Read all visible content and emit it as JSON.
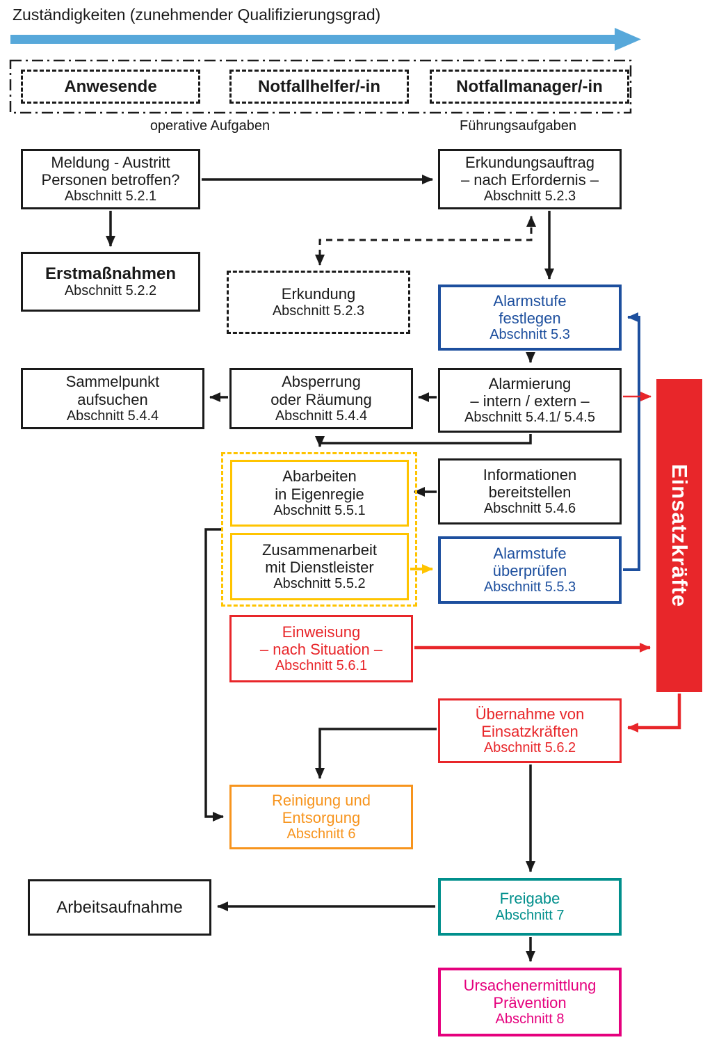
{
  "title": "Zuständigkeiten (zunehmender Qualifizierungsgrad)",
  "header": {
    "roles": [
      "Anwesende",
      "Notfallhelfer/-in",
      "Notfallmanager/-in"
    ],
    "caption_left": "operative Aufgaben",
    "caption_right": "Führungsaufgaben"
  },
  "nodes": {
    "meldung": {
      "lines": [
        "Meldung - Austritt",
        "Personen betroffen?"
      ],
      "section": "Abschnitt 5.2.1"
    },
    "erkundungsauftrag": {
      "lines": [
        "Erkundungsauftrag",
        "– nach Erfordernis –"
      ],
      "section": "Abschnitt 5.2.3"
    },
    "erstmassnahmen": {
      "lines": [
        "Erstmaßnahmen"
      ],
      "section": "Abschnitt 5.2.2"
    },
    "erkundung": {
      "lines": [
        "Erkundung"
      ],
      "section": "Abschnitt 5.2.3"
    },
    "alarmstufe_festlegen": {
      "lines": [
        "Alarmstufe",
        "festlegen"
      ],
      "section": "Abschnitt 5.3"
    },
    "sammelpunkt": {
      "lines": [
        "Sammelpunkt",
        "aufsuchen"
      ],
      "section": "Abschnitt 5.4.4"
    },
    "absperrung": {
      "lines": [
        "Absperrung",
        "oder Räumung"
      ],
      "section": "Abschnitt 5.4.4"
    },
    "alarmierung": {
      "lines": [
        "Alarmierung",
        "– intern / extern –"
      ],
      "section": "Abschnitt 5.4.1/ 5.4.5"
    },
    "abarbeiten": {
      "lines": [
        "Abarbeiten",
        "in Eigenregie"
      ],
      "section": "Abschnitt 5.5.1"
    },
    "zusammenarbeit": {
      "lines": [
        "Zusammenarbeit",
        "mit Dienstleister"
      ],
      "section": "Abschnitt 5.5.2"
    },
    "informationen": {
      "lines": [
        "Informationen",
        "bereitstellen"
      ],
      "section": "Abschnitt 5.4.6"
    },
    "alarmstufe_ueberpruefen": {
      "lines": [
        "Alarmstufe",
        "überprüfen"
      ],
      "section": "Abschnitt 5.5.3"
    },
    "einweisung": {
      "lines": [
        "Einweisung",
        "– nach Situation –"
      ],
      "section": "Abschnitt 5.6.1"
    },
    "einsatzkraefte": {
      "label": "Einsatzkräfte"
    },
    "uebernahme": {
      "lines": [
        "Übernahme von",
        "Einsatzkräften"
      ],
      "section": "Abschnitt 5.6.2"
    },
    "reinigung": {
      "lines": [
        "Reinigung und",
        "Entsorgung"
      ],
      "section": "Abschnitt 6"
    },
    "arbeitsaufnahme": {
      "lines": [
        "Arbeitsaufnahme"
      ]
    },
    "freigabe": {
      "lines": [
        "Freigabe"
      ],
      "section": "Abschnitt 7"
    },
    "ursachen": {
      "lines": [
        "Ursachenermittlung",
        "Prävention"
      ],
      "section": "Abschnitt 8"
    }
  },
  "colors": {
    "black": "#1a1a1a",
    "blue": "#1d4f9e",
    "red": "#e8262a",
    "yellow": "#ffc400",
    "orange": "#f7941d",
    "teal": "#008f8c",
    "magenta": "#e5007d",
    "banner_blue": "#57a8da"
  }
}
